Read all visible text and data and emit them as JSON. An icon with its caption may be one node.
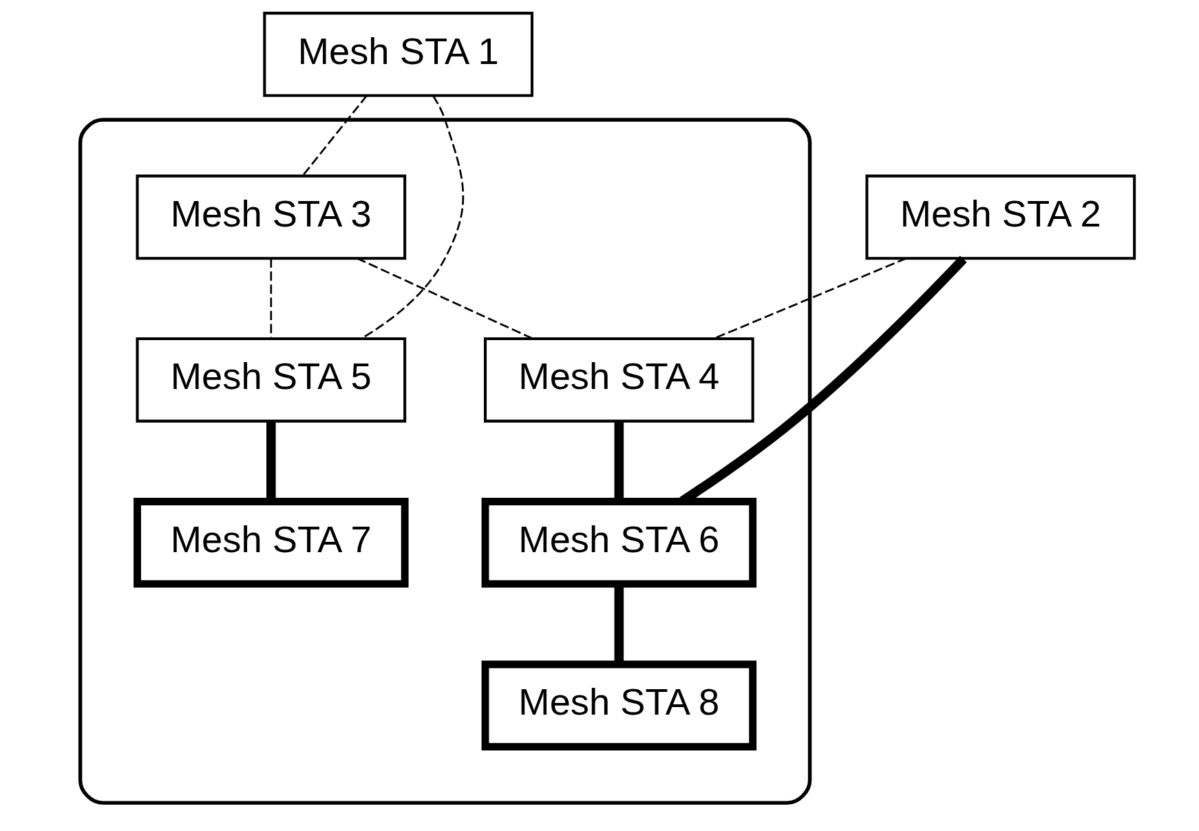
{
  "diagram": {
    "nodes": [
      {
        "text": [],
        "shape": "cloud"
      },
      {
        "text": [
          "Mesh STA 1"
        ]
      },
      {
        "text": [
          "Mesh STA 2"
        ]
      },
      {
        "text": [
          "Mesh STA 3"
        ],
        "in": 0
      },
      {
        "text": [
          "Mesh STA 4"
        ],
        "in": 0
      },
      {
        "text": [
          "Mesh STA 5"
        ],
        "in": 0
      },
      {
        "text": [
          "Mesh STA 6"
        ],
        "in": 0
      },
      {
        "text": [
          "Mesh STA 7"
        ],
        "in": 0
      },
      {
        "text": [
          "Mesh STA 8"
        ],
        "in": 0
      }
    ],
    "edges": [
      {
        "from": 1,
        "to": 3,
        "arrow": "none",
        "style": "dashed"
      },
      {
        "from": 1,
        "to": 5,
        "arrow": "none",
        "style": "dashed"
      },
      {
        "from": 2,
        "to": 4,
        "arrow": "none",
        "style": "dashed"
      },
      {
        "from": 3,
        "to": 4,
        "arrow": "none",
        "style": "dashed"
      },
      {
        "from": 3,
        "to": 5,
        "arrow": "none",
        "style": "dashed"
      },
      {
        "from": 2,
        "to": 6,
        "arrow": "none",
        "style": "thick"
      },
      {
        "from": 4,
        "to": 6,
        "arrow": "none",
        "style": "thick"
      },
      {
        "from": 5,
        "to": 7,
        "arrow": "none",
        "style": "thick"
      },
      {
        "from": 6,
        "to": 8,
        "arrow": "none",
        "style": "thick"
      }
    ]
  }
}
